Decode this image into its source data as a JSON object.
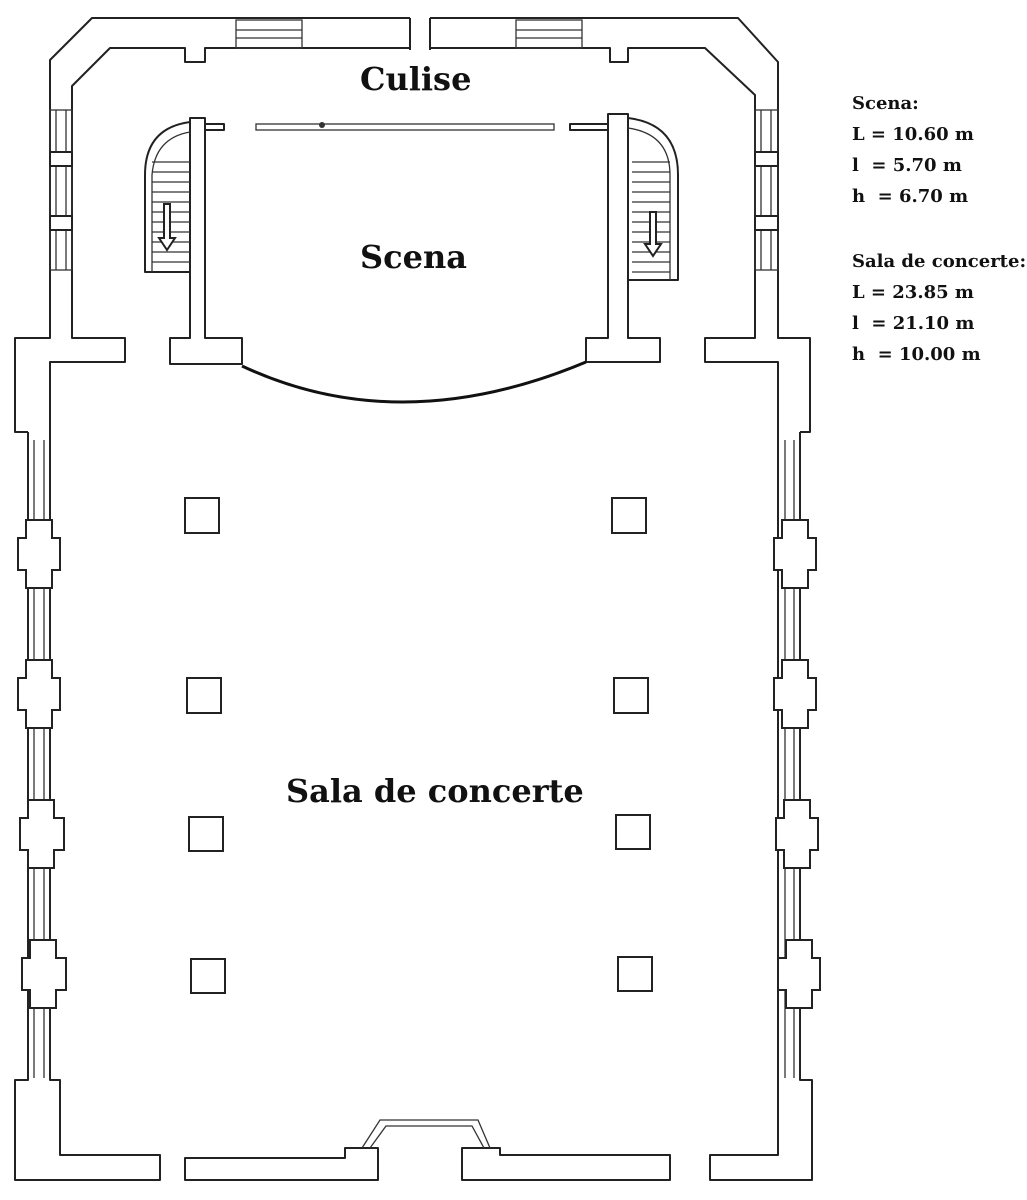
{
  "rooms": {
    "culise": "Culise",
    "scena": "Scena",
    "sala": "Sala de concerte"
  },
  "dimensions": {
    "scena": {
      "heading": "Scena:",
      "rows": [
        "L = 10.60 m",
        "l  = 5.70 m",
        "h  = 6.70 m"
      ]
    },
    "sala": {
      "heading": "Sala de concerte:",
      "rows": [
        "L = 23.85 m",
        "l  = 21.10 m",
        "h  = 10.00 m"
      ]
    }
  },
  "stairs": {
    "direction_icon": "down-arrow-icon"
  }
}
